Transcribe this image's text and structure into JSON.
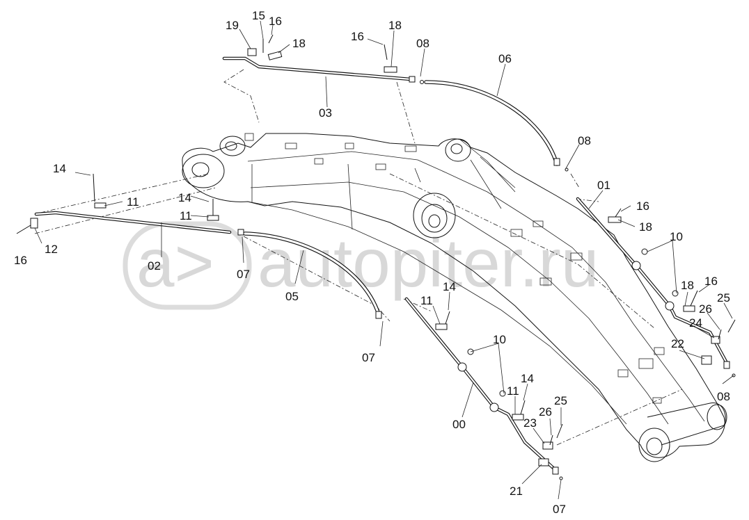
{
  "diagram": {
    "watermark": {
      "symbol": "a>",
      "text": "autopiter.ru"
    },
    "callouts": [
      {
        "id": "c19a",
        "text": "19"
      },
      {
        "id": "c15",
        "text": "15"
      },
      {
        "id": "c16a",
        "text": "16"
      },
      {
        "id": "c18a",
        "text": "18"
      },
      {
        "id": "c16b",
        "text": "16"
      },
      {
        "id": "c18b",
        "text": "18"
      },
      {
        "id": "c08a",
        "text": "08"
      },
      {
        "id": "c06",
        "text": "06"
      },
      {
        "id": "c03",
        "text": "03"
      },
      {
        "id": "c08b",
        "text": "08"
      },
      {
        "id": "c01",
        "text": "01"
      },
      {
        "id": "c16c",
        "text": "16"
      },
      {
        "id": "c18c",
        "text": "18"
      },
      {
        "id": "c14a",
        "text": "14"
      },
      {
        "id": "c11a",
        "text": "11"
      },
      {
        "id": "c14b",
        "text": "14"
      },
      {
        "id": "c11b",
        "text": "11"
      },
      {
        "id": "c16d",
        "text": "16"
      },
      {
        "id": "c12",
        "text": "12"
      },
      {
        "id": "c02",
        "text": "02"
      },
      {
        "id": "c07a",
        "text": "07"
      },
      {
        "id": "c05",
        "text": "05"
      },
      {
        "id": "c10a",
        "text": "10"
      },
      {
        "id": "c18d",
        "text": "18"
      },
      {
        "id": "c16e",
        "text": "16"
      },
      {
        "id": "c25a",
        "text": "25"
      },
      {
        "id": "c26a",
        "text": "26"
      },
      {
        "id": "c24",
        "text": "24"
      },
      {
        "id": "c11c",
        "text": "11"
      },
      {
        "id": "c14c",
        "text": "14"
      },
      {
        "id": "c07b",
        "text": "07"
      },
      {
        "id": "c10b",
        "text": "10"
      },
      {
        "id": "c22",
        "text": "22"
      },
      {
        "id": "c11d",
        "text": "11"
      },
      {
        "id": "c14d",
        "text": "14"
      },
      {
        "id": "c08c",
        "text": "08"
      },
      {
        "id": "c25b",
        "text": "25"
      },
      {
        "id": "c26b",
        "text": "26"
      },
      {
        "id": "c23",
        "text": "23"
      },
      {
        "id": "c00",
        "text": "00"
      },
      {
        "id": "c21",
        "text": "21"
      },
      {
        "id": "c07c",
        "text": "07"
      }
    ]
  }
}
